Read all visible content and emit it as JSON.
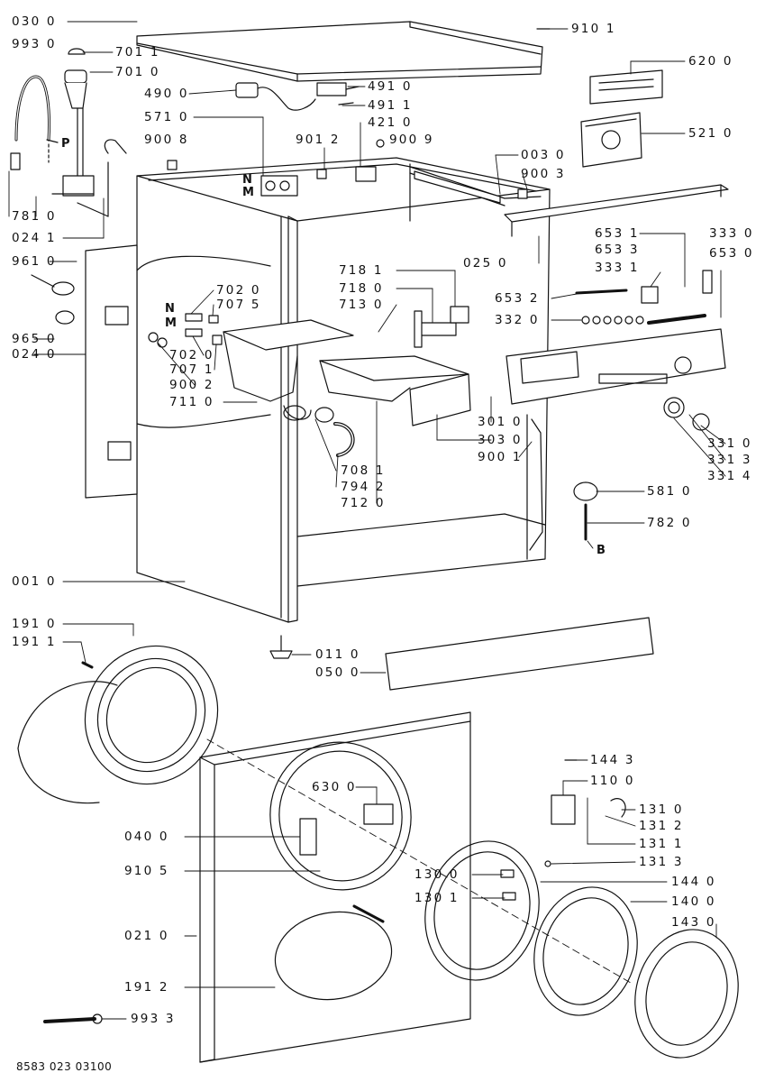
{
  "document_id": "8583 023 03100",
  "letters": {
    "p": "P",
    "n1": "N",
    "m1": "M",
    "n2": "N",
    "m2": "M",
    "b": "B"
  },
  "labels": {
    "l0300": "030 0",
    "l9930": "993 0",
    "l7011": "701 1",
    "l7010": "701 0",
    "l4900": "490 0",
    "l5710": "571 0",
    "l9008": "900 8",
    "l9012": "901 2",
    "l4910": "491 0",
    "l4911": "491 1",
    "l4210": "421 0",
    "l9009": "900 9",
    "l9101": "910 1",
    "l6200": "620 0",
    "l5210": "521 0",
    "l0030": "003 0",
    "l9003": "900 3",
    "l7810": "781 0",
    "l0241": "024 1",
    "l9610": "961 0",
    "l0250": "025 0",
    "l6531": "653 1",
    "l3330": "333 0",
    "l6533": "653 3",
    "l6530": "653 0",
    "l3331": "333 1",
    "l7181": "718 1",
    "l7180": "718 0",
    "l7130": "713 0",
    "l7020a": "702 0",
    "l7075": "707 5",
    "l6532": "653 2",
    "l3320": "332 0",
    "l9650": "965 0",
    "l0240": "024 0",
    "l7020b": "702 0",
    "l7071": "707 1",
    "l9002": "900 2",
    "l7110": "711 0",
    "l3010": "301 0",
    "l3030": "303 0",
    "l9001": "900 1",
    "l3310": "331 0",
    "l3313": "331 3",
    "l3314": "331 4",
    "l7081": "708 1",
    "l7942": "794 2",
    "l7120": "712 0",
    "l5810": "581 0",
    "l7820": "782 0",
    "l0010": "001 0",
    "l1910": "191 0",
    "l1911": "191 1",
    "l0110": "011 0",
    "l0500": "050 0",
    "l1443": "144 3",
    "l1100": "110 0",
    "l6300": "630 0",
    "l1310": "131 0",
    "l1312": "131 2",
    "l0400": "040 0",
    "l1311": "131 1",
    "l1313": "131 3",
    "l9105": "910 5",
    "l1300": "130 0",
    "l1440": "144 0",
    "l1301": "130 1",
    "l1400": "140 0",
    "l1430": "143 0",
    "l0210": "021 0",
    "l1912": "191 2",
    "l9933": "993 3"
  }
}
